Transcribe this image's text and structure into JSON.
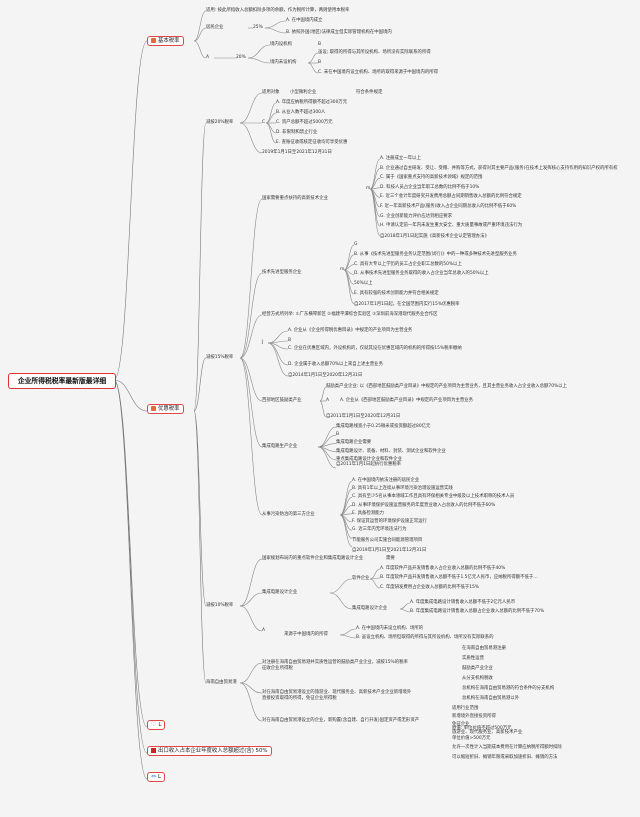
{
  "title": "企业所得税税率最新版最详细",
  "branches": {
    "basic": "基本税率",
    "preferential": "优惠税率",
    "heart": "L",
    "export": "出口收入占本企业年度收入总额超过(含) 50%",
    "last": "L"
  },
  "basic": {
    "intro": "适用: 按此所指收入总额扣除多项的余额，作为税所计算，两则使用本税率",
    "resident": "居民企业",
    "rate25": "25%",
    "resA": "A. 在中国境内成立",
    "resB": "B. 依照外国(地区)法律成立但实际管理机构在中国境内",
    "A": "A",
    "rate20": "20%",
    "est": "境内设机构",
    "estOpt": "B",
    "noEst": "境内未设机构",
    "noEstA": "虽设; 取得的所得与其所设机构、场所没有实际联系的所得",
    "noEstB": "B",
    "noEstC": "C. 未在中国境内设立机构、场所的取得来源于中国境内的所得"
  },
  "rate20": {
    "label": "减按20%税率",
    "scope": "适用对象",
    "small": "小型微利企业",
    "smallCond": "符合条件规定",
    "C": "C",
    "cA": "A. 年度应纳税所得额不超过300万元",
    "cB": "B. 从业人数不超过300人",
    "cC": "C. 资产总额不超过5000万元",
    "cD": "D. 非限制和禁止行业",
    "cE": "E. 查账征收或核定征收均可享受优惠",
    "time": "2019年1月1日至2021年12月31日"
  },
  "rate15": {
    "label": "减按15%税率",
    "hiTech": "国家需要重点扶持的高新技术企业",
    "htItems": [
      "A. 注册成立一年以上",
      "B. 企业通过自主研发、受让、受赠、并购等方式，获得对其主要产品(服务)在技术上发挥核心支持作用的知识产权的所有权",
      "C. 属于《国家重点支持的高新技术领域》规定的范围",
      "D. 科技人员占企业当年职工总数的比例不低于10%",
      "E. 近三个会计年度研究开发费用总额占同期销售收入总额的比例符合规定",
      "F. 近一年高新技术产品(服务)收入占企业同期总收入的比例不低于60%",
      "G. 企业创新能力评价应达到相应要求",
      "H. 申请认定前一年内未发生重大安全、重大质量事故或严重环境违法行为"
    ],
    "htPeriod": "自2018年1月1日起实施《高新技术企业认定管理办法》",
    "techSvc": "技术先进型服务企业",
    "tsItems": [
      "G",
      "B. 从事《技术先进型服务业务认定范围(试行)》中的一种或多种技术先进型服务业务",
      "C. 具有大专以上学历的员工占企业职工总数的50%以上",
      "D. 从事技术先进型服务业务取得的收入占企业当年总收入的50%以上",
      "50%以上",
      "E. 具有较强的技术创新能力并符合相关规定"
    ],
    "tsTime": "自2017年1月1日起，在全国范围内实行15%优惠税率",
    "region": "经营方式所列举: ①广东横琴新区 ②福建平潭综合实验区 ③深圳前海深港现代服务业合作区",
    "rA": "A. 企业从《企业所得税优惠目录》中规定的产业项目为主营业务",
    "rB": "B",
    "rC": "C. 企业在优惠区域内，外设机构的，仅就其设在优惠区域内的机构的所得按15%税率缴纳",
    "rD": "D. 企业属于收入总额70%以上来自上述主营业务",
    "rTime": "自2014年1月1日至2020年12月31日",
    "west": "西部地区鼓励类产业",
    "wA": "鼓励类产业企业: 以《西部地区鼓励类产业目录》中规定的产业项目为主营业务，且其主营业务收入占企业收入总额70%以上",
    "wB": "A",
    "wC": "A. 企业从《西部地区鼓励类产业目录》中规定的产业项目为主营业务",
    "wTime": "自2011年1月1日至2020年12月31日",
    "ic": "集成电路生产企业",
    "icItems": [
      "集成电路线宽小于0.25微米或投资额超过80亿元",
      "B",
      "集成电路企业需要",
      "集成电路设计、装备、材料、封装、测试企业和软件企业",
      "重点集成电路设计企业和软件企业"
    ],
    "icTime": "自2011年1月1日起执行优惠税率",
    "pollution": "从事污染防治的第三方企业",
    "pItems": [
      "A. 在中国境内依法注册的居民企业",
      "B. 具有1年以上连续从事环境污染治理设施运营实践",
      "C. 具有至少5名从事本领域工作且具有环保相关专业中级及以上技术职称的技术人员",
      "D. 从事环境保护设施运营服务的年度营业收入占总收入的比例不低于60%",
      "E. 具备检测能力",
      "F. 保证其运营的环境保护设施正常运行",
      "G. 近三年内无环境违法行为"
    ],
    "pTime": "自2019年1月1日至2021年12月31日",
    "pNote": "节能服务公司实施合同能源管理项目"
  },
  "rate10": {
    "label": "减按10%税率",
    "keySoft": "国家规划布局内的重点软件企业和集成电路设计企业",
    "ksNote": "需要",
    "software": "软件企业",
    "swItems": [
      "A. 年度软件产品开发销售收入占企业收入总额的比例不低于40%",
      "B. 年度软件产品开发销售收入总额不低于1.5亿元人民币，应纳税所得额不低于…",
      "C. 年度研发费用占企业收入总额的比例不低于15%"
    ],
    "icDesign": "集成电路设计企业",
    "idItems": [
      "A. 年度集成电路设计销售收入总额不低于2亿元人民币",
      "B. 年度集成电路设计销售收入总额占企业收入总额的比例不低于70%"
    ],
    "nonRes": "非居民企业",
    "nrItems": [
      "A. 在中国境内未设立机构、场所的",
      "B. 虽设立机构、场所但取得的所得与其所设机构、场所没有实际联系的"
    ],
    "nrNote": "来源于中国境内的所得"
  },
  "rate9": {
    "label": "海南自由贸易港",
    "c1": "对注册在海南自由贸易港并实质性运营的鼓励类产业企业，减按15%的税率征收企业所得税",
    "c2": "对在海南自由贸易港设立的旅游业、现代服务业、高新技术产业企业新增境外直接投资取得的所得，免征企业所得税",
    "c3": "对在海南自由贸易港设立的企业，新购置(含自建、自行开发)固定资产或无形资产",
    "items1": [
      "在海南自由贸易港注册",
      "实质性运营",
      "鼓励类产业企业"
    ],
    "items2": [
      "从分支机构税收",
      "总机构在海南自由贸易港的符合条件的分支机构",
      "总机构在海南自由贸易港以外"
    ],
    "items3": [
      "适用行业范围",
      "新增境外直接投资所得",
      "免征企业",
      "旅游业、现代服务业、高新技术产业"
    ],
    "items4": [
      "原值: 单位价值不超过500万元",
      "单位价值>500万元",
      "允许一次性计入当期成本费用在计算应纳税所得额时扣除",
      "可以缩短折旧、摊销年限或采取加速折旧、摊销的方法"
    ]
  }
}
